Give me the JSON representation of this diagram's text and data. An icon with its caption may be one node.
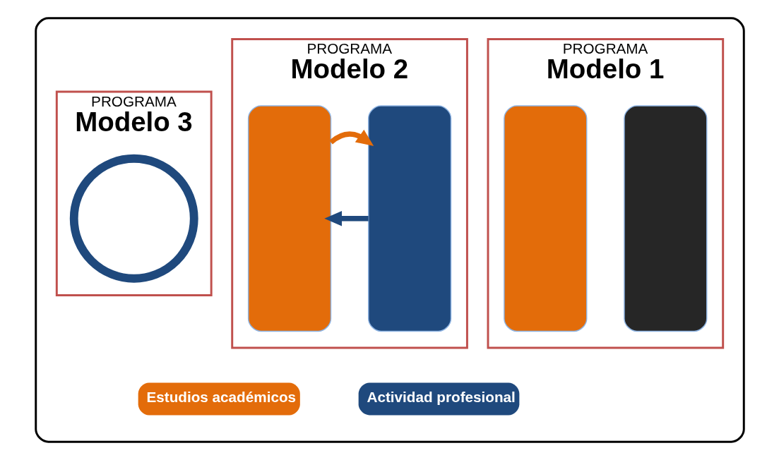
{
  "diagram": {
    "nodes": [
      {
        "text": [],
        "shape": "box"
      },
      {
        "text": [
          "PROGRAMA",
          "Modelo 1"
        ],
        "in": 0
      },
      {
        "text": [],
        "shape": "box",
        "in": 1
      },
      {
        "text": [],
        "shape": "box",
        "in": 1
      },
      {
        "text": [
          "PROGRAMA",
          "Modelo 2"
        ],
        "in": 0
      },
      {
        "text": [],
        "shape": "box",
        "in": 4
      },
      {
        "text": [],
        "shape": "box",
        "in": 4
      },
      {
        "text": [
          "PROGRAMA",
          "Modelo 3"
        ],
        "in": 0
      },
      {
        "text": [],
        "shape": "circle",
        "in": 7
      }
    ],
    "edges": [
      {
        "from": 6,
        "to": 5,
        "arrow": "to",
        "color": "#1f497d"
      },
      {
        "from": 5,
        "to": 6,
        "arrow": "to",
        "color": "#e36c0a"
      }
    ],
    "legend": [
      {
        "text": "Estudios académicos",
        "color": "#e36c0a"
      },
      {
        "text": "Actividad profesional",
        "color": "#1f497d"
      }
    ]
  }
}
